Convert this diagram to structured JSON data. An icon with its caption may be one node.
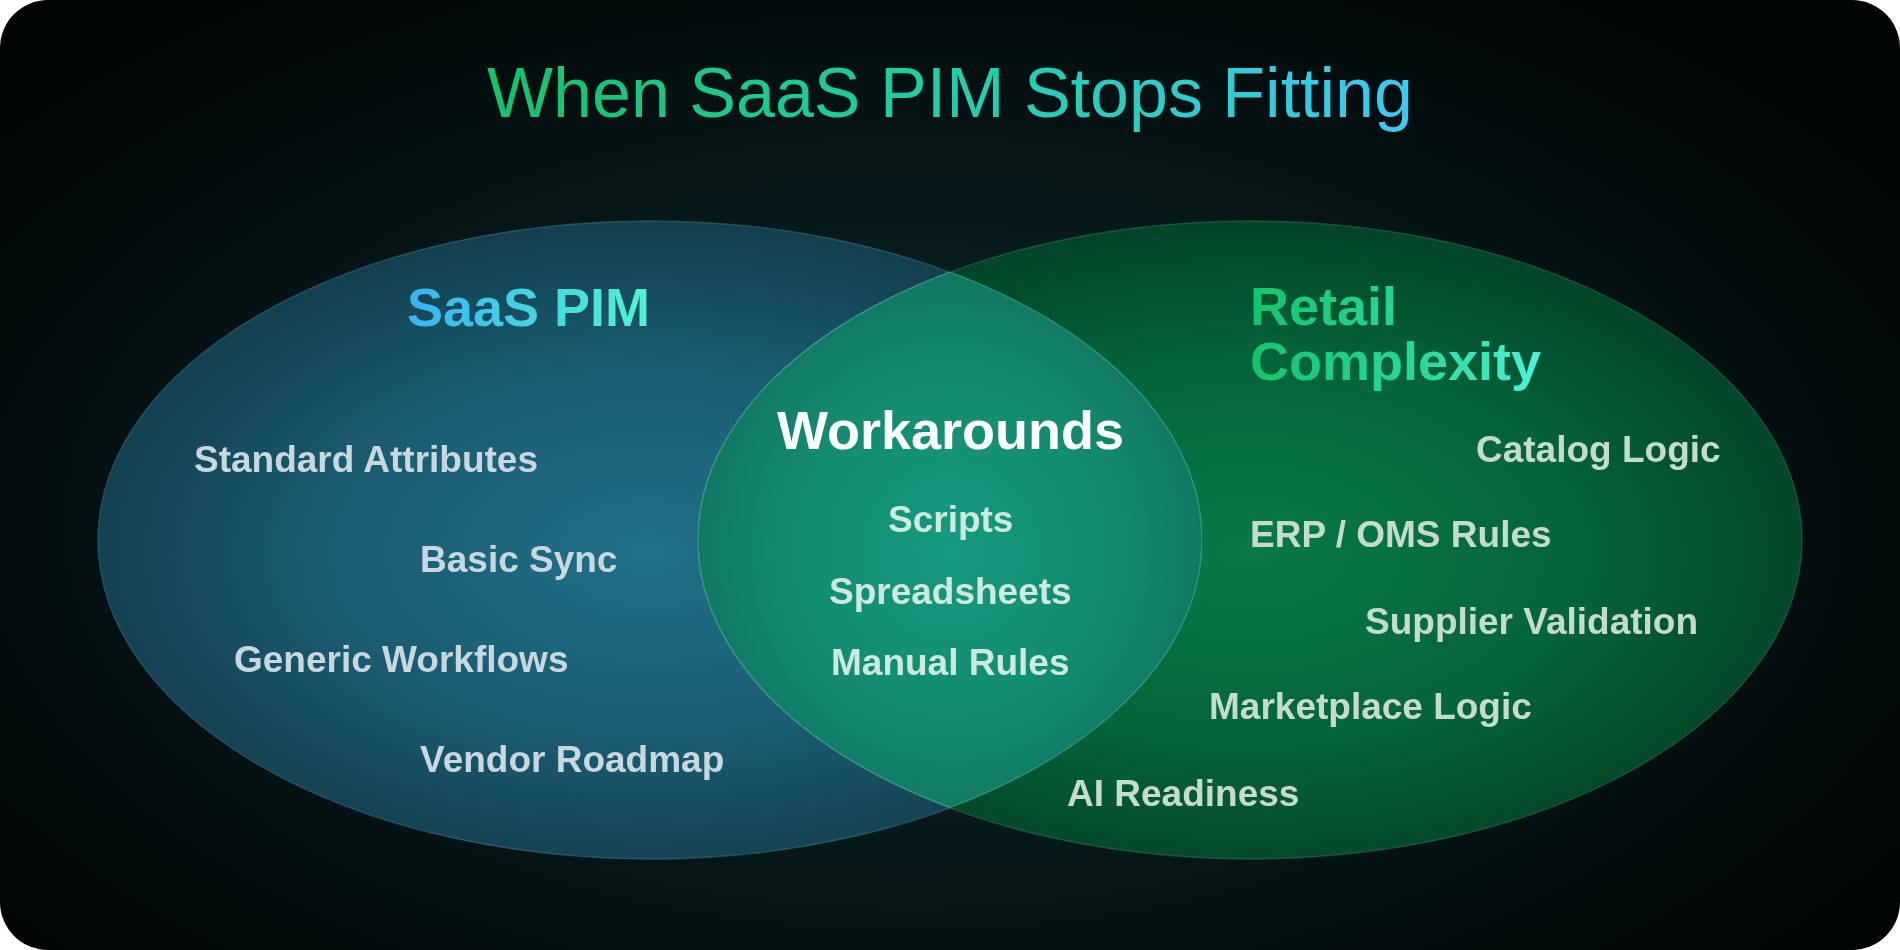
{
  "diagram": {
    "title": "When SaaS PIM Stops Fitting",
    "nodes": [
      {
        "text": [
          "SaaS PIM",
          "Standard Attributes",
          "Basic Sync",
          "Generic Workflows",
          "Vendor Roadmap"
        ]
      },
      {
        "text": [
          "Workarounds",
          "Scripts",
          "Spreadsheets",
          "Manual Rules"
        ]
      },
      {
        "text": [
          "Retail Complexity",
          "Catalog Logic",
          "ERP / OMS Rules",
          "Supplier Validation",
          "Marketplace Logic",
          "AI Readiness"
        ]
      }
    ]
  }
}
